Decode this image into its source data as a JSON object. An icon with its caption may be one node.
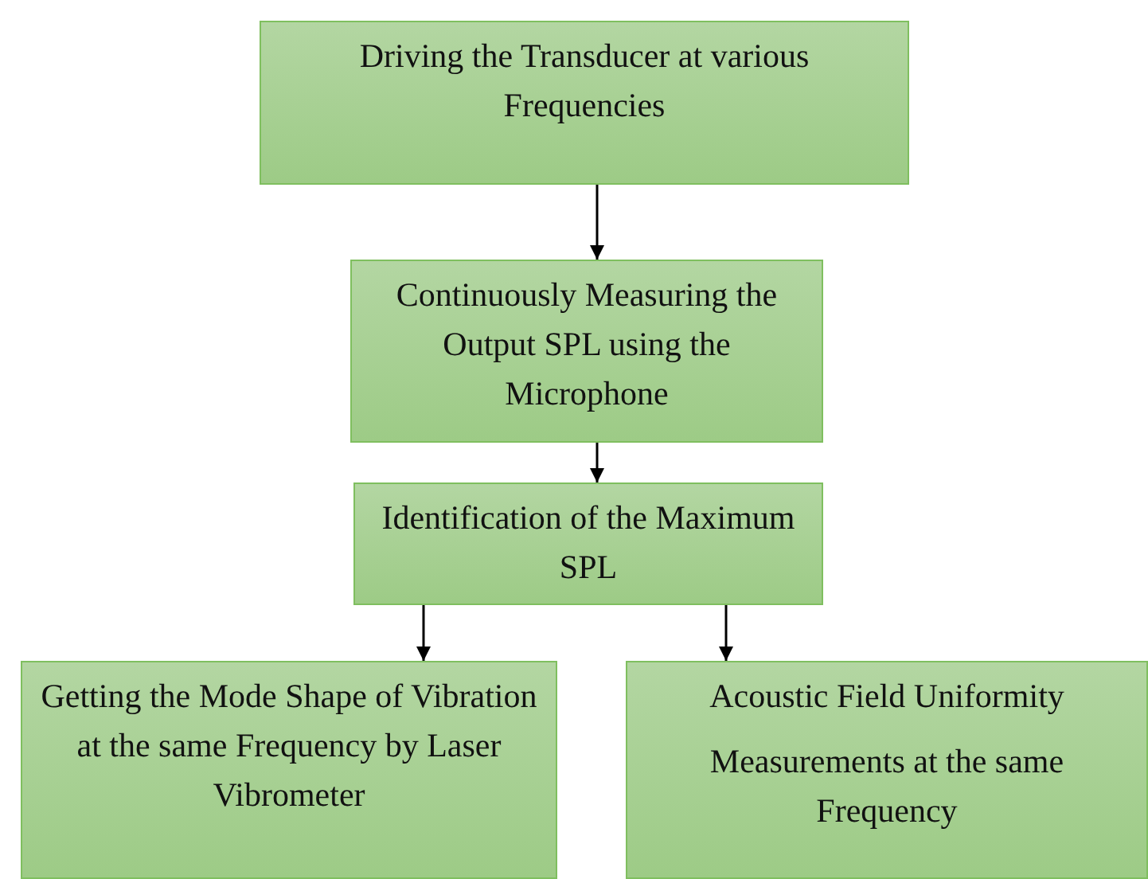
{
  "diagram": {
    "nodes": [
      {
        "text": [
          "Driving the Transducer at various Frequencies"
        ]
      },
      {
        "text": [
          "Continuously Measuring the Output SPL using the Microphone"
        ]
      },
      {
        "text": [
          "Identification of the Maximum SPL"
        ]
      },
      {
        "text": [
          "Getting the Mode Shape of Vibration at the same Frequency by Laser Vibrometer"
        ]
      },
      {
        "text": [
          "Acoustic Field Uniformity",
          "Measurements at the same Frequency"
        ]
      }
    ],
    "edges": [
      {
        "from": 0,
        "to": 1,
        "arrow": "to"
      },
      {
        "from": 1,
        "to": 2,
        "arrow": "to"
      },
      {
        "from": 2,
        "to": 3,
        "arrow": "to"
      },
      {
        "from": 2,
        "to": 4,
        "arrow": "to"
      }
    ]
  }
}
